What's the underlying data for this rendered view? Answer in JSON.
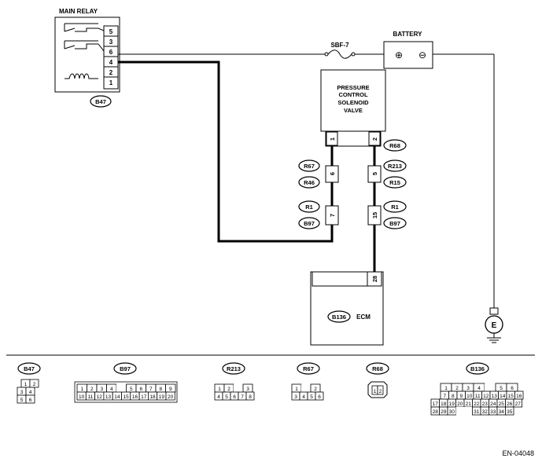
{
  "main_relay": {
    "title": "MAIN RELAY",
    "pins": [
      "5",
      "3",
      "6",
      "4",
      "2",
      "1"
    ],
    "code": "B47"
  },
  "fuse": {
    "label": "SBF-7"
  },
  "battery": {
    "label": "BATTERY",
    "pos": "⊕",
    "neg": "⊖"
  },
  "valve": {
    "title_lines": [
      "PRESSURE",
      "CONTROL",
      "SOLENOID",
      "VALVE"
    ],
    "pin_left": "1",
    "pin_right": "2",
    "code": "R68"
  },
  "left_connectors": [
    {
      "pin": "6",
      "top": "R67",
      "bottom": "R46"
    },
    {
      "pin": "7",
      "top": "R1",
      "bottom": "B97"
    }
  ],
  "right_connectors": [
    {
      "pin": "5",
      "top": "R213",
      "bottom": "R15"
    },
    {
      "pin": "15",
      "top": "R1",
      "bottom": "B97"
    }
  ],
  "ecm": {
    "label": "ECM",
    "code": "B136",
    "pin": "28"
  },
  "ground": {
    "label": "E"
  },
  "legend": {
    "B47": {
      "code": "B47",
      "rows": [
        [
          "1",
          "2"
        ],
        [
          "3",
          "4"
        ],
        [
          "5",
          "6"
        ]
      ]
    },
    "B97": {
      "code": "B97",
      "top": [
        "1",
        "2",
        "3",
        "4",
        "",
        "5",
        "6",
        "7",
        "8",
        "9"
      ],
      "bottom": [
        "10",
        "11",
        "12",
        "13",
        "14",
        "15",
        "16",
        "17",
        "18",
        "19",
        "20"
      ]
    },
    "R213": {
      "code": "R213",
      "top": [
        "1",
        "2",
        "",
        "3"
      ],
      "bottom": [
        "4",
        "5",
        "6",
        "7",
        "8"
      ]
    },
    "R67": {
      "code": "R67",
      "top": [
        "1",
        "",
        "2"
      ],
      "bottom": [
        "3",
        "4",
        "5",
        "6"
      ]
    },
    "R68": {
      "code": "R68",
      "pins": [
        "1",
        "2"
      ]
    },
    "B136": {
      "code": "B136",
      "rows": [
        [
          "1",
          "2",
          "3",
          "4",
          "",
          "5",
          "6"
        ],
        [
          "7",
          "8",
          "9",
          "10",
          "11",
          "12",
          "13",
          "14",
          "15",
          "16"
        ],
        [
          "17",
          "18",
          "19",
          "20",
          "21",
          "22",
          "23",
          "24",
          "25",
          "26",
          "27"
        ],
        [
          "28",
          "29",
          "30",
          "",
          "",
          "31",
          "32",
          "33",
          "34",
          "35"
        ]
      ]
    }
  },
  "doc_code": "EN-04048"
}
